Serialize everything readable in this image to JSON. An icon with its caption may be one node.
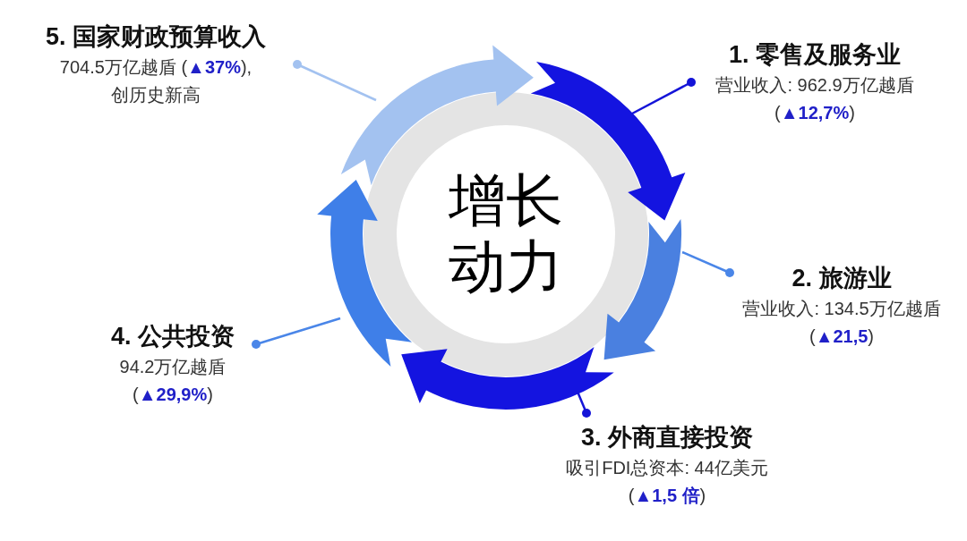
{
  "diagram": {
    "nodes": [
      {
        "text": [
          "增长动力"
        ]
      },
      {
        "text": [
          "1. 零售及服务业",
          "营业收入: 962.9万亿越盾",
          "(**▲12,7%**)"
        ]
      },
      {
        "text": [
          "2. 旅游业",
          "营业收入: 134.5万亿越盾",
          "(**▲21,5**)"
        ]
      },
      {
        "text": [
          "3. 外商直接投资",
          "吸引FDI总资本: 44亿美元",
          "(**▲1,5 倍**)"
        ]
      },
      {
        "text": [
          "4. 公共投资",
          "94.2万亿越盾",
          "(**▲29,9%**)"
        ]
      },
      {
        "text": [
          "5. 国家财政预算收入",
          "704.5万亿越盾 (**▲37%**),",
          "创历史新高"
        ]
      }
    ],
    "edges": [
      {
        "from": 1,
        "to": null,
        "arrow": "other",
        "color": "#1414d8"
      },
      {
        "from": 2,
        "to": null,
        "arrow": "other",
        "color": "#4a86e8"
      },
      {
        "from": 3,
        "to": null,
        "arrow": "other",
        "color": "#1414d8"
      },
      {
        "from": 4,
        "to": null,
        "arrow": "other",
        "color": "#4a86e8"
      },
      {
        "from": 5,
        "to": null,
        "arrow": "other",
        "color": "#a3c2f0"
      }
    ]
  }
}
